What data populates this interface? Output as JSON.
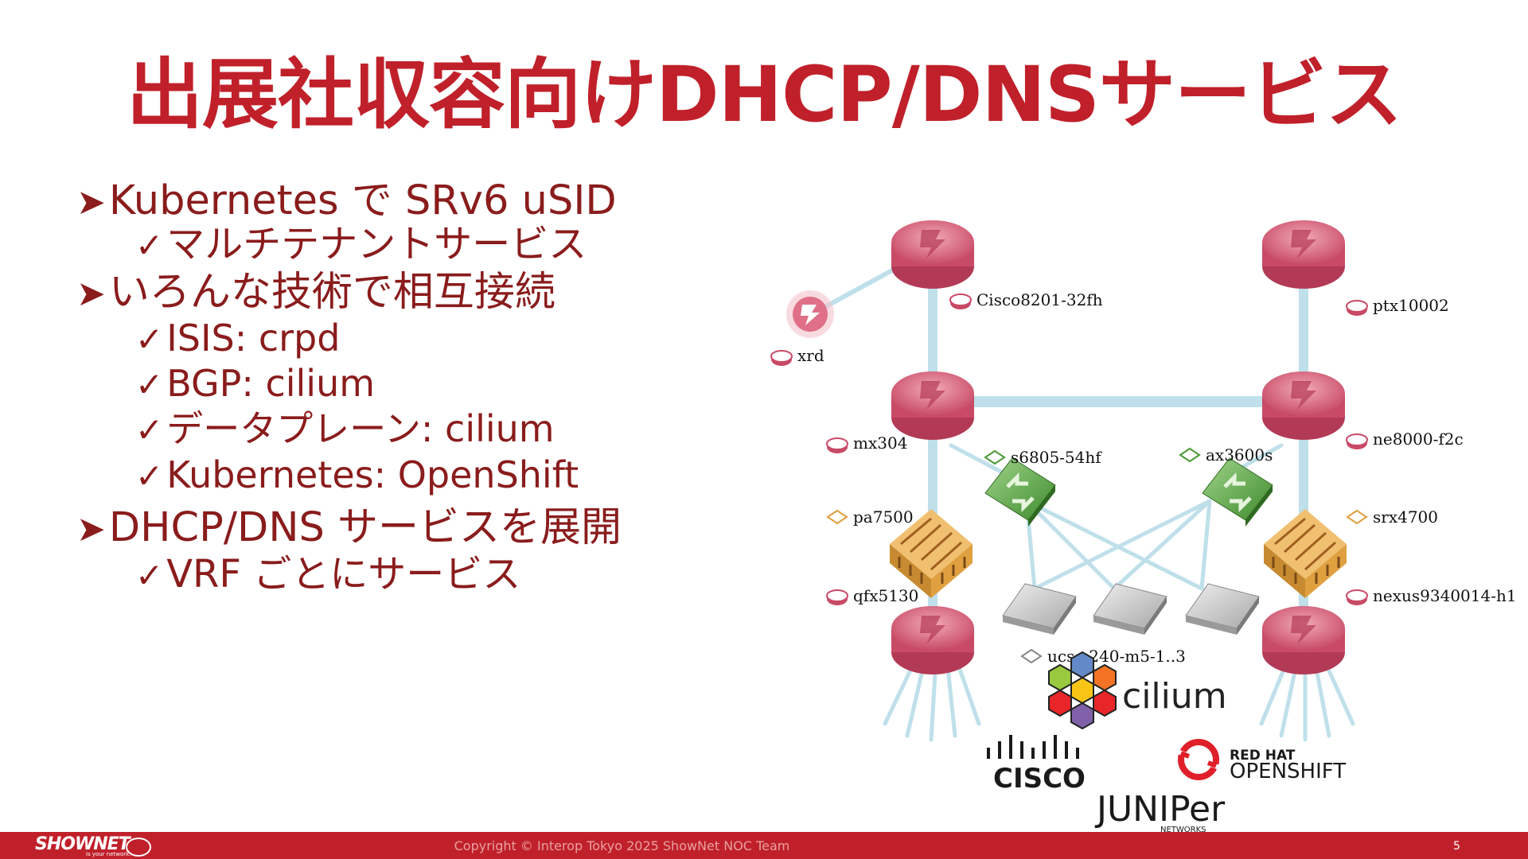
{
  "slide": {
    "title": "出展社収容向けDHCP/DNSサービス",
    "page_number": "5"
  },
  "bullets": [
    {
      "text": "Kubernetes で SRv6 uSID",
      "subs": [
        "マルチテナントサービス"
      ]
    },
    {
      "text": "いろんな技術で相互接続",
      "subs": [
        "ISIS: crpd",
        "BGP: cilium",
        "データプレーン: cilium",
        "Kubernetes: OpenShift"
      ]
    },
    {
      "text": "DHCP/DNS サービスを展開",
      "subs": [
        "VRF ごとにサービス"
      ]
    }
  ],
  "diagram": {
    "nodes": {
      "xrd": "xrd",
      "cisco8201": "Cisco8201-32fh",
      "ptx10002": "ptx10002",
      "mx304": "mx304",
      "ne8000": "ne8000-f2c",
      "s6805": "s6805-54hf",
      "ax3600s": "ax3600s",
      "pa7500": "pa7500",
      "srx4700": "srx4700",
      "qfx5130": "qfx5130",
      "nexus": "nexus9340014-h1",
      "ucs": "ucs-c240-m5-1..3"
    },
    "logos": {
      "cilium": "cilium",
      "cisco": "CISCO",
      "redhat_top": "RED HAT",
      "redhat_bottom": "OPENSHIFT",
      "juniper": "JUNIPer",
      "juniper_sub": "NETWORKS"
    },
    "colors": {
      "link": "#bfe0ea",
      "router": "#d9607a",
      "switch": "#6ab04c",
      "firewall": "#e0a040",
      "server": "#c8c8c8"
    }
  },
  "footer": {
    "logo": "SHOWNET",
    "logo_sub": "is your network.",
    "copyright": "Copyright © Interop Tokyo 2025 ShowNet NOC Team"
  }
}
